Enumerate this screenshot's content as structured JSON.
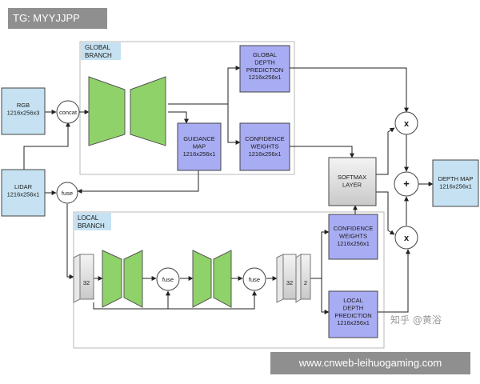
{
  "overlay": {
    "tag": "TG: MYYJJPP",
    "url": "www.cnweb-leihuogaming.com"
  },
  "watermark": "知乎 @黄浴",
  "sections": {
    "global": [
      "GLOBAL",
      "BRANCH"
    ],
    "local": [
      "LOCAL",
      "BRANCH"
    ]
  },
  "nodes": {
    "rgb": [
      "RGB",
      "1216x256x3"
    ],
    "lidar": [
      "LIDAR",
      "1216x256x1"
    ],
    "concat": [
      "concat"
    ],
    "fuse_in": [
      "fuse"
    ],
    "fuse_a": [
      "fuse"
    ],
    "fuse_b": [
      "fuse"
    ],
    "global_depth": [
      "GLOBAL",
      "DEPTH",
      "PREDICTION",
      "1216x256x1"
    ],
    "guidance": [
      "GUIDANCE",
      "MAP",
      "1216x256x1"
    ],
    "confidence_global": [
      "CONFIDENCE",
      "WEIGHTS",
      "1216x256x1"
    ],
    "softmax": [
      "SOFTMAX",
      "LAYER"
    ],
    "confidence_local": [
      "CONFIDENCE",
      "WEIGHTS",
      "1216x256x1"
    ],
    "local_depth": [
      "LOCAL",
      "DEPTH",
      "PREDICTION",
      "1216x256x1"
    ],
    "depth_map": [
      "DEPTH MAP",
      "1216x256x1"
    ],
    "mul_top": [
      "x"
    ],
    "add": [
      "+"
    ],
    "mul_bottom": [
      "x"
    ],
    "stack_32_left": [
      "32"
    ],
    "stack_32_right": [
      "32"
    ],
    "stack_2": [
      "2"
    ]
  },
  "colors": {
    "blue_box": "#c6e2f2",
    "purple_box": "#a8acf2",
    "green_block": "#90d26a",
    "gray_box": "#d8d8d8",
    "section_label": "#c6e2f2",
    "overlay": "#8f8f8f"
  }
}
